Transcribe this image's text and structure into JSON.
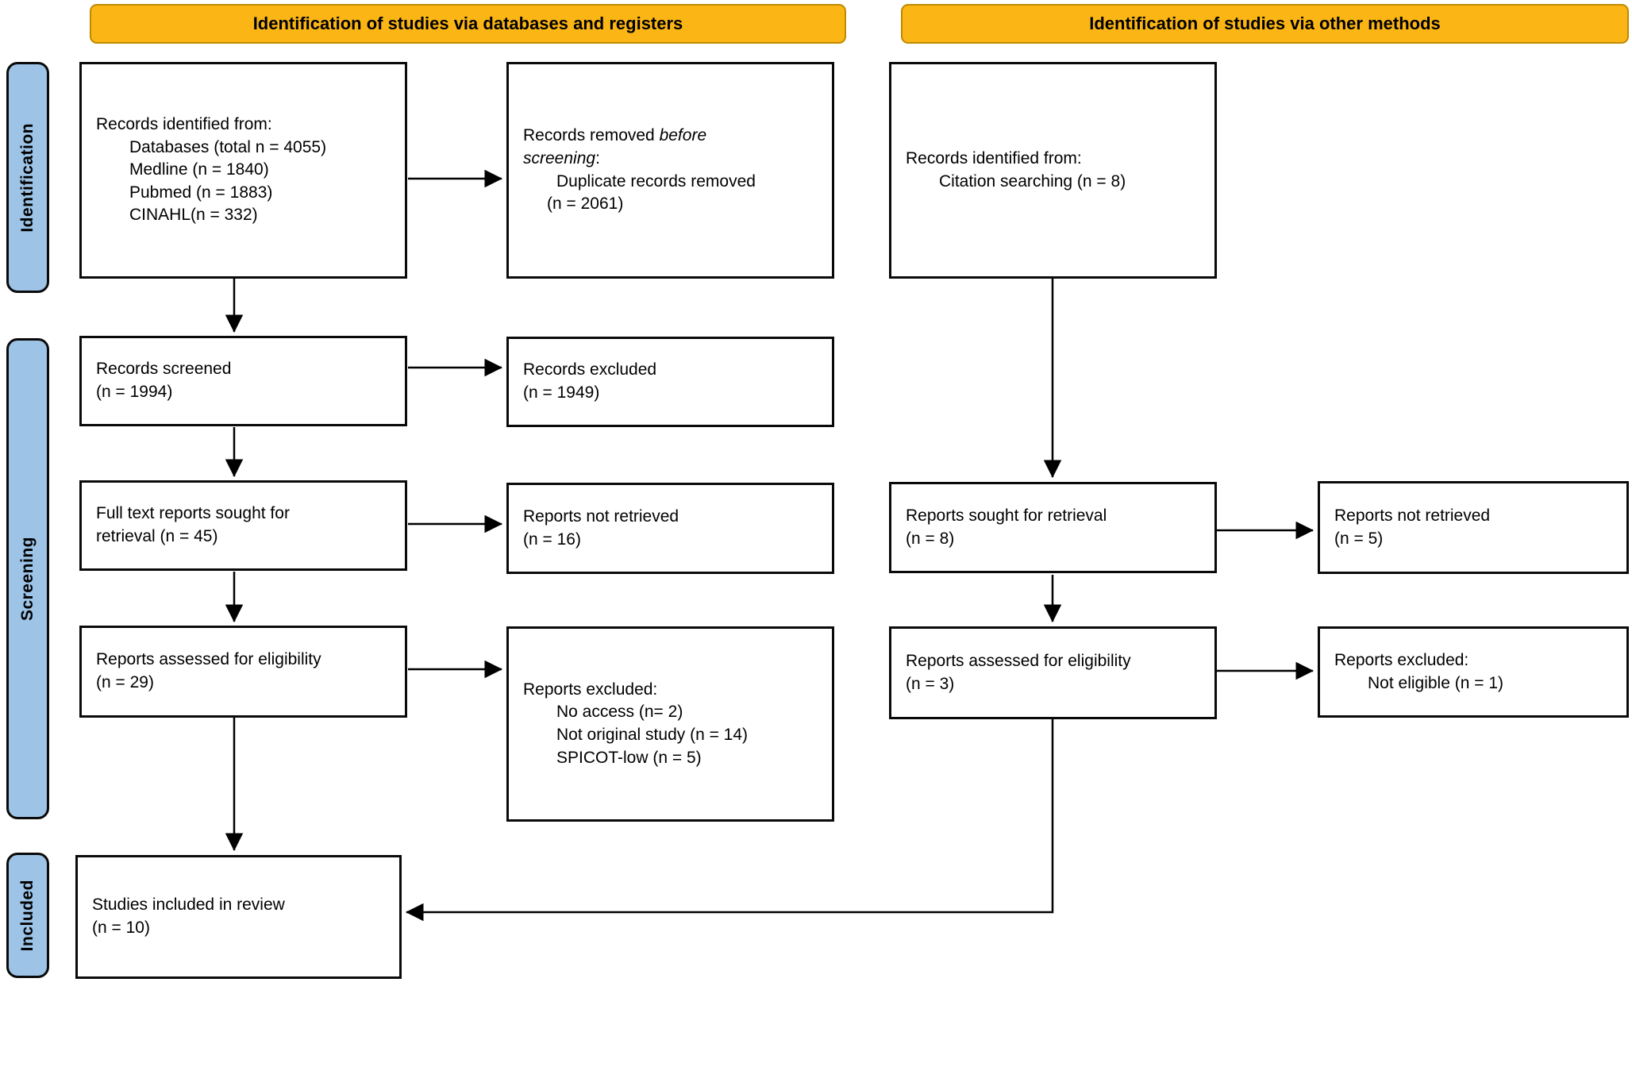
{
  "headers": {
    "left": "Identification of studies via databases and registers",
    "right": "Identification of studies via other methods"
  },
  "stages": {
    "identification": "Identification",
    "screening": "Screening",
    "included": "Included"
  },
  "boxes": {
    "db_identified": {
      "lines": [
        "Records identified from:",
        "Databases (total n = 4055)",
        "Medline (n = 1840)",
        "Pubmed (n = 1883)",
        "CINAHL(n = 332)"
      ]
    },
    "removed_before_screening": {
      "seg_normal": "Records removed ",
      "seg_italic_1": "before",
      "seg_italic_2": "screening",
      "seg_colon": ":",
      "detail": "Duplicate records removed",
      "count": "(n = 2061)"
    },
    "citation_identified": {
      "lines": [
        "Records identified from:",
        "Citation searching (n = 8)"
      ]
    },
    "records_screened": {
      "lines": [
        "Records screened",
        "(n = 1994)"
      ]
    },
    "records_excluded": {
      "lines": [
        "Records excluded",
        "(n = 1949)"
      ]
    },
    "fulltext_sought": {
      "lines": [
        "Full text reports sought for",
        "retrieval (n = 45)"
      ]
    },
    "not_retrieved_left": {
      "lines": [
        "Reports not retrieved",
        "(n = 16)"
      ]
    },
    "sought_right": {
      "lines": [
        "Reports sought for retrieval",
        "(n = 8)"
      ]
    },
    "not_retrieved_right": {
      "lines": [
        "Reports not retrieved",
        "(n = 5)"
      ]
    },
    "assessed_left": {
      "lines": [
        "Reports assessed for eligibility",
        "(n = 29)"
      ]
    },
    "reports_excluded_left": {
      "title": "Reports excluded:",
      "reasons": [
        "No access (n= 2)",
        "Not original study (n = 14)",
        "SPICOT-low (n = 5)"
      ]
    },
    "assessed_right": {
      "lines": [
        "Reports assessed for eligibility",
        "(n = 3)"
      ]
    },
    "reports_excluded_right": {
      "title": "Reports excluded:",
      "reasons": [
        "Not eligible (n = 1)"
      ]
    },
    "included_review": {
      "lines": [
        "Studies included in review",
        "(n = 10)"
      ]
    }
  },
  "colors": {
    "header_bg": "#FBB615",
    "header_border": "#BE8A00",
    "stage_bg": "#9DC3E6",
    "box_border": "#0A0A0A",
    "arrow": "#000000",
    "text": "#000000"
  }
}
